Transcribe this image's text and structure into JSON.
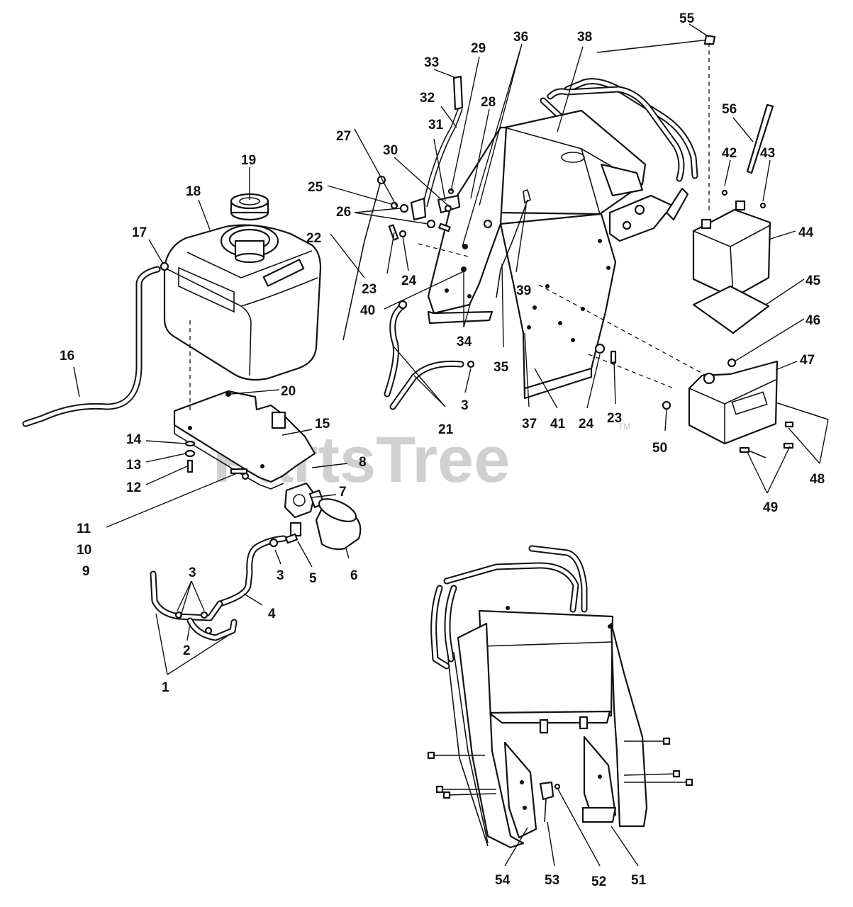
{
  "watermark": {
    "text": "PartsTree",
    "trademark": "TM"
  },
  "callouts": [
    {
      "id": "c55",
      "text": "55"
    },
    {
      "id": "c38",
      "text": "38"
    },
    {
      "id": "c36",
      "text": "36"
    },
    {
      "id": "c29",
      "text": "29"
    },
    {
      "id": "c33",
      "text": "33"
    },
    {
      "id": "c56",
      "text": "56"
    },
    {
      "id": "c32",
      "text": "32"
    },
    {
      "id": "c28",
      "text": "28"
    },
    {
      "id": "c31",
      "text": "31"
    },
    {
      "id": "c27",
      "text": "27"
    },
    {
      "id": "c30",
      "text": "30"
    },
    {
      "id": "c42",
      "text": "42"
    },
    {
      "id": "c43",
      "text": "43"
    },
    {
      "id": "c19",
      "text": "19"
    },
    {
      "id": "c18",
      "text": "18"
    },
    {
      "id": "c25",
      "text": "25"
    },
    {
      "id": "c26",
      "text": "26"
    },
    {
      "id": "c17",
      "text": "17"
    },
    {
      "id": "c22",
      "text": "22"
    },
    {
      "id": "c44",
      "text": "44"
    },
    {
      "id": "c23a",
      "text": "23"
    },
    {
      "id": "c24a",
      "text": "24"
    },
    {
      "id": "c39",
      "text": "39"
    },
    {
      "id": "c45",
      "text": "45"
    },
    {
      "id": "c40",
      "text": "40"
    },
    {
      "id": "c34",
      "text": "34"
    },
    {
      "id": "c46",
      "text": "46"
    },
    {
      "id": "c16",
      "text": "16"
    },
    {
      "id": "c35",
      "text": "35"
    },
    {
      "id": "c47",
      "text": "47"
    },
    {
      "id": "c20",
      "text": "20"
    },
    {
      "id": "c3a",
      "text": "3"
    },
    {
      "id": "c21",
      "text": "21"
    },
    {
      "id": "c37",
      "text": "37"
    },
    {
      "id": "c41",
      "text": "41"
    },
    {
      "id": "c24b",
      "text": "24"
    },
    {
      "id": "c23b",
      "text": "23"
    },
    {
      "id": "c15",
      "text": "15"
    },
    {
      "id": "c14",
      "text": "14"
    },
    {
      "id": "c50",
      "text": "50"
    },
    {
      "id": "c13",
      "text": "13"
    },
    {
      "id": "c8",
      "text": "8"
    },
    {
      "id": "c12",
      "text": "12"
    },
    {
      "id": "c48",
      "text": "48"
    },
    {
      "id": "c7",
      "text": "7"
    },
    {
      "id": "c49",
      "text": "49"
    },
    {
      "id": "c11",
      "text": "11"
    },
    {
      "id": "c10",
      "text": "10"
    },
    {
      "id": "c9",
      "text": "9"
    },
    {
      "id": "c3b",
      "text": "3"
    },
    {
      "id": "c5",
      "text": "5"
    },
    {
      "id": "c6",
      "text": "6"
    },
    {
      "id": "c3c",
      "text": "3"
    },
    {
      "id": "c4",
      "text": "4"
    },
    {
      "id": "c2",
      "text": "2"
    },
    {
      "id": "c1",
      "text": "1"
    },
    {
      "id": "c54",
      "text": "54"
    },
    {
      "id": "c53",
      "text": "53"
    },
    {
      "id": "c52",
      "text": "52"
    },
    {
      "id": "c51",
      "text": "51"
    }
  ]
}
